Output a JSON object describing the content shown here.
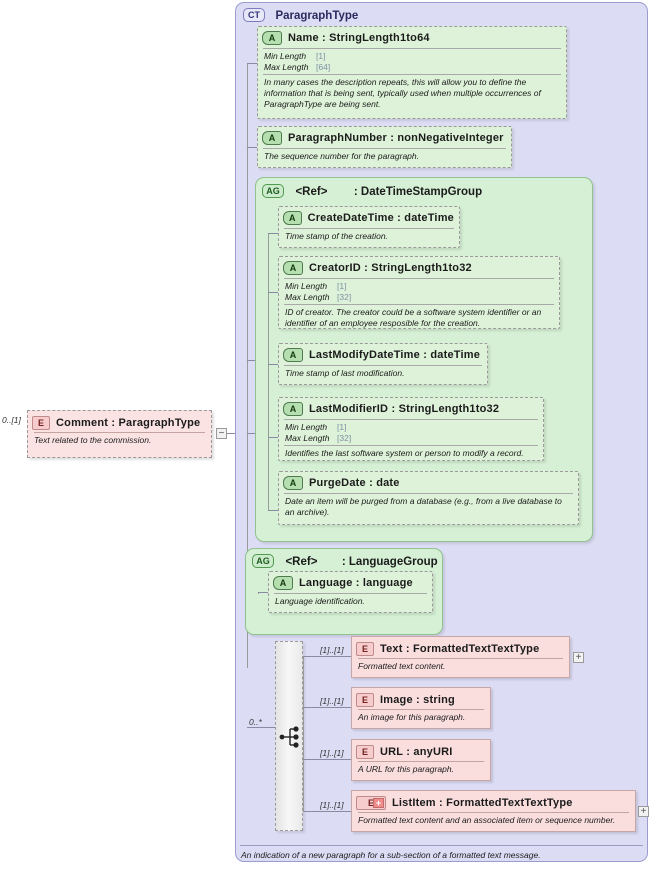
{
  "diagram": {
    "type": "xsd-schema-diagram",
    "root_element": {
      "badge": "E",
      "name": "Comment",
      "type": "ParagraphType",
      "title": "Comment : ParagraphType",
      "cardinality": "0..[1]",
      "doc": "Text related to the commission."
    },
    "complex_type": {
      "badge": "CT",
      "title": "ParagraphType",
      "doc": "An indication of a new paragraph for a sub-section of a formatted text message."
    },
    "attributes": [
      {
        "badge": "A",
        "title": "Name   : StringLength1to64",
        "facets": [
          {
            "label": "Min Length",
            "value": "[1]"
          },
          {
            "label": "Max Length",
            "value": "[64]"
          }
        ],
        "doc": "In many cases the description repeats, this will allow you to define the information that is being sent, typically used when multiple occurrences of ParagraphType are being sent."
      },
      {
        "badge": "A",
        "title": "ParagraphNumber : nonNegativeInteger",
        "facets": [],
        "doc": "The sequence number for the paragraph."
      }
    ],
    "groups": [
      {
        "badge": "AG",
        "ref_label": "<Ref>",
        "title": ": DateTimeStampGroup",
        "attributes": [
          {
            "badge": "A",
            "title": "CreateDateTime : dateTime",
            "facets": [],
            "doc": "Time stamp of the creation."
          },
          {
            "badge": "A",
            "title": "CreatorID : StringLength1to32",
            "facets": [
              {
                "label": "Min Length",
                "value": "[1]"
              },
              {
                "label": "Max Length",
                "value": "[32]"
              }
            ],
            "doc": "ID of creator. The creator could be a software system identifier or an identifier of an employee resposible for the creation."
          },
          {
            "badge": "A",
            "title": "LastModifyDateTime : dateTime",
            "facets": [],
            "doc": "Time stamp of last modification."
          },
          {
            "badge": "A",
            "title": "LastModifierID : StringLength1to32",
            "facets": [
              {
                "label": "Min Length",
                "value": "[1]"
              },
              {
                "label": "Max Length",
                "value": "[32]"
              }
            ],
            "doc": "Identifies the last software system or person to modify a record."
          },
          {
            "badge": "A",
            "title": "PurgeDate : date",
            "facets": [],
            "doc": "Date an item will be purged from a database (e.g., from a live database to an archive)."
          }
        ]
      },
      {
        "badge": "AG",
        "ref_label": "<Ref>",
        "title": ": LanguageGroup",
        "attributes": [
          {
            "badge": "A",
            "title": "Language : language",
            "facets": [],
            "doc": "Language identification."
          }
        ]
      }
    ],
    "choice": {
      "cardinality": "0..*",
      "icon": "choice-indicator",
      "children": [
        {
          "badge": "E",
          "name": "Text",
          "type": "FormattedTextTextType",
          "title": "Text        : FormattedTextTextType",
          "cardinality": "[1]..[1]",
          "doc": "Formatted text content.",
          "expandable": true
        },
        {
          "badge": "E",
          "name": "Image",
          "type": "string",
          "title": "Image       : string",
          "cardinality": "[1]..[1]",
          "doc": "An image for this paragraph.",
          "expandable": false
        },
        {
          "badge": "E",
          "name": "URL",
          "type": "anyURI",
          "title": "URL        : anyURI",
          "cardinality": "[1]..[1]",
          "doc": "A URL for this paragraph.",
          "expandable": false
        },
        {
          "badge": "E+",
          "name": "ListItem",
          "type": "FormattedTextTextType",
          "title": "ListItem  : FormattedTextTextType",
          "cardinality": "[1]..[1]",
          "doc": "Formatted text content and an associated item or sequence number.",
          "expandable": true
        }
      ]
    },
    "controls": {
      "collapse_symbol": "−",
      "expand_symbol": "+"
    },
    "colors": {
      "complex_type_bg": "#dcdcf5",
      "group_bg": "#d5f0d5",
      "attribute_bg": "#ddf2d8",
      "element_bg": "#fadede"
    }
  }
}
